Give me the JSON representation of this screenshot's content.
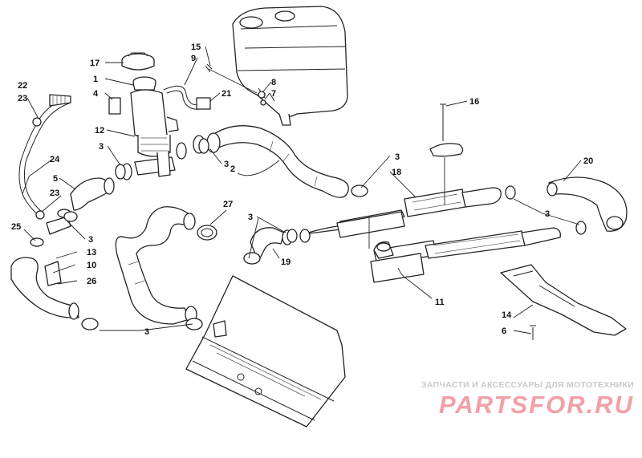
{
  "callouts": [
    {
      "id": "c1",
      "text": "1"
    },
    {
      "id": "c2",
      "text": "2"
    },
    {
      "id": "c3a",
      "text": "3"
    },
    {
      "id": "c3b",
      "text": "3"
    },
    {
      "id": "c3c",
      "text": "3"
    },
    {
      "id": "c3d",
      "text": "3"
    },
    {
      "id": "c3e",
      "text": "3"
    },
    {
      "id": "c3f",
      "text": "3"
    },
    {
      "id": "c3g",
      "text": "3"
    },
    {
      "id": "c4",
      "text": "4"
    },
    {
      "id": "c5",
      "text": "5"
    },
    {
      "id": "c6",
      "text": "6"
    },
    {
      "id": "c7",
      "text": "7"
    },
    {
      "id": "c8",
      "text": "8"
    },
    {
      "id": "c9",
      "text": "9"
    },
    {
      "id": "c10",
      "text": "10"
    },
    {
      "id": "c11",
      "text": "11"
    },
    {
      "id": "c12",
      "text": "12"
    },
    {
      "id": "c13",
      "text": "13"
    },
    {
      "id": "c14",
      "text": "14"
    },
    {
      "id": "c15",
      "text": "15"
    },
    {
      "id": "c16",
      "text": "16"
    },
    {
      "id": "c17",
      "text": "17"
    },
    {
      "id": "c18",
      "text": "18"
    },
    {
      "id": "c19",
      "text": "19"
    },
    {
      "id": "c20",
      "text": "20"
    },
    {
      "id": "c21",
      "text": "21"
    },
    {
      "id": "c22",
      "text": "22"
    },
    {
      "id": "c23a",
      "text": "23"
    },
    {
      "id": "c23b",
      "text": "23"
    },
    {
      "id": "c24",
      "text": "24"
    },
    {
      "id": "c25",
      "text": "25"
    },
    {
      "id": "c26",
      "text": "26"
    },
    {
      "id": "c27",
      "text": "27"
    }
  ],
  "watermark": {
    "tagline": "ЗАПЧАСТИ И АКСЕССУАРЫ ДЛЯ МОТОТЕХНИКИ",
    "brand": "PARTSFOR.RU"
  },
  "colors": {
    "line": "#222222",
    "watermark_brand": "#f2a0a8",
    "watermark_tagline": "#c9c9c9"
  }
}
